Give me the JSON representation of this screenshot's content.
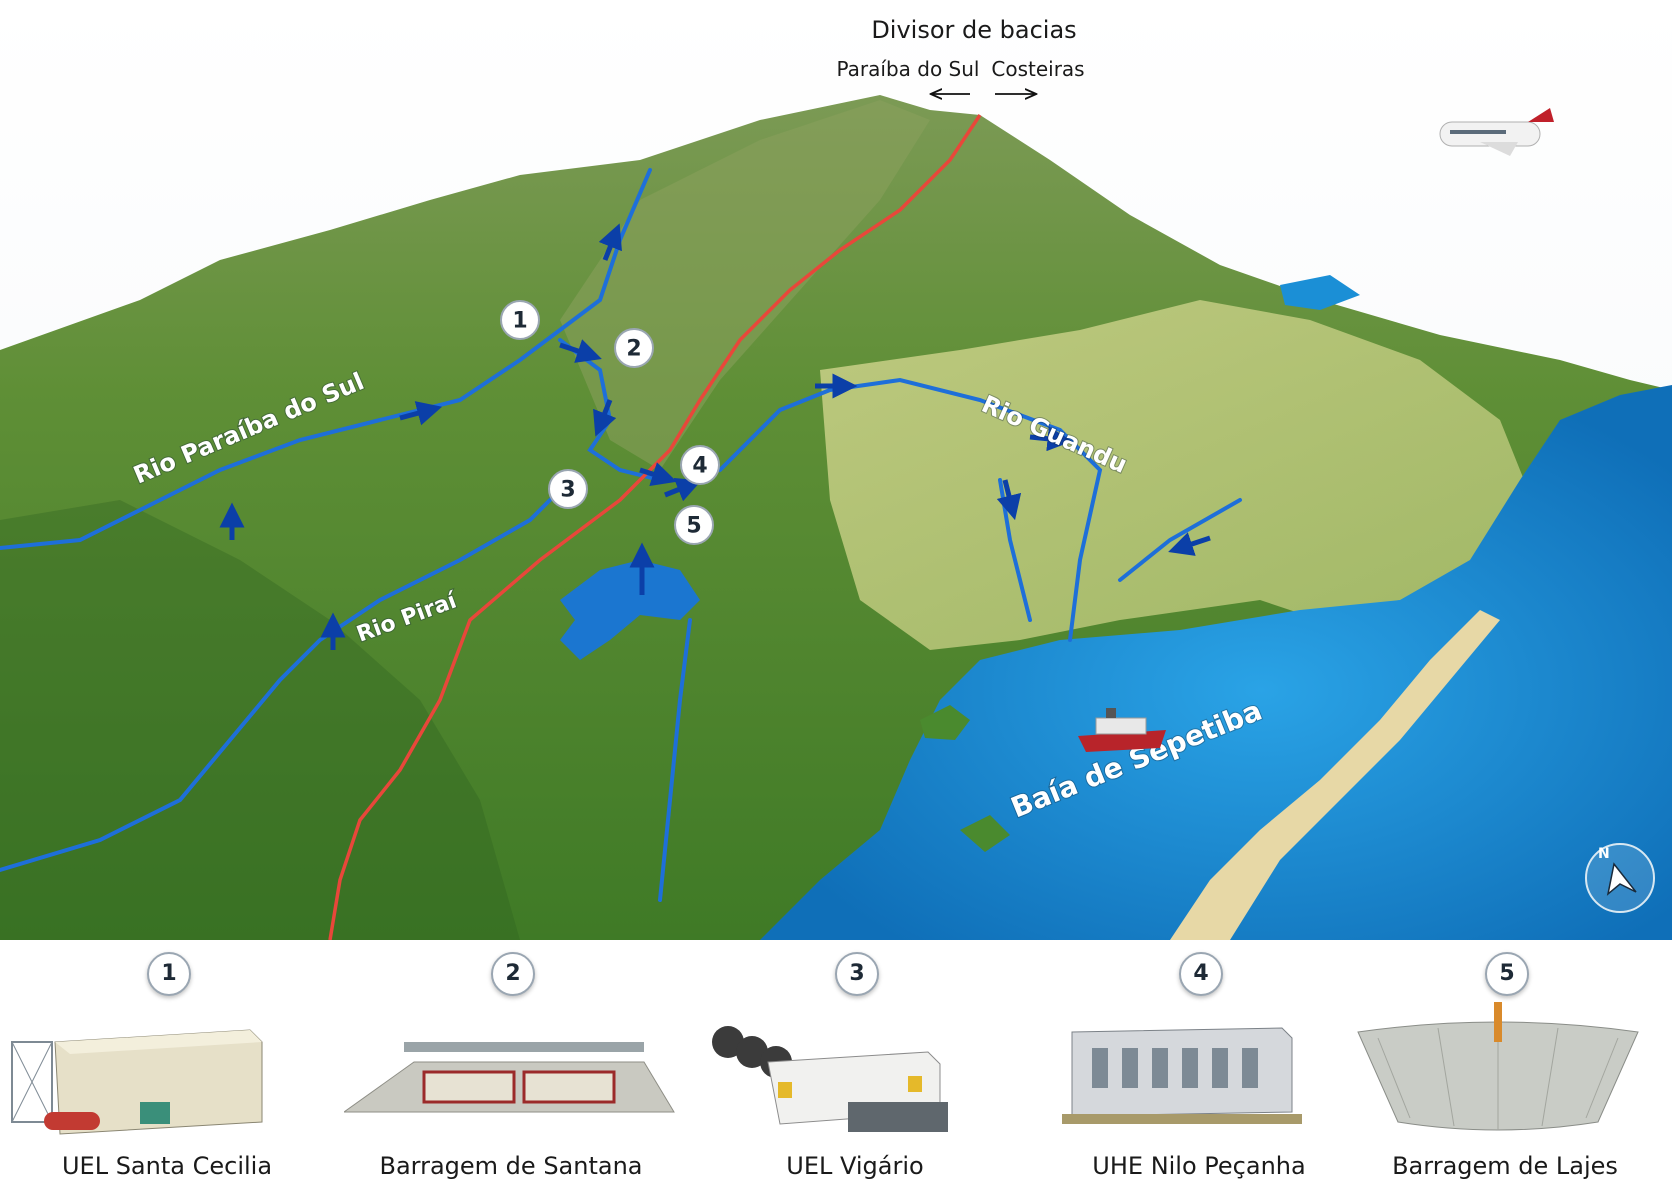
{
  "divide": {
    "title": "Divisor de bacias",
    "left_label": "Paraíba do Sul",
    "right_label": "Costeiras"
  },
  "labels": {
    "paraiba": "Rio Paraíba do Sul",
    "pirai": "Rio Piraí",
    "guandu": "Rio Guandu",
    "sepetiba": "Baía de Sepetiba"
  },
  "markers": [
    "1",
    "2",
    "3",
    "4",
    "5"
  ],
  "legend": [
    {
      "number": "1",
      "caption": "UEL Santa Cecilia"
    },
    {
      "number": "2",
      "caption": "Barragem de Santana"
    },
    {
      "number": "3",
      "caption": "UEL Vigário"
    },
    {
      "number": "4",
      "caption": "UHE Nilo Peçanha"
    },
    {
      "number": "5",
      "caption": "Barragem de Lajes"
    }
  ],
  "compass": {
    "north": "N"
  },
  "colors": {
    "divide_line": "#e8473a",
    "river": "#1e6fd9",
    "flow_arrow": "#0b3fa8",
    "sea": "#1b8fd6",
    "forest": "#4d8a2e",
    "plain": "#b7c47a"
  }
}
